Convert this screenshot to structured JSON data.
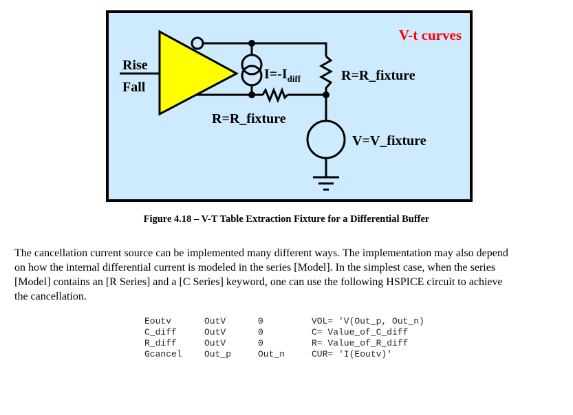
{
  "figure": {
    "title_label": "V-t curves",
    "input_top_label": "Rise",
    "input_bottom_label": "Fall",
    "current_source_label": "I=-I",
    "current_source_subscript": "diff",
    "right_resistor_label": "R=R_fixture",
    "bottom_resistor_label": "R=R_fixture",
    "voltage_source_label": "V=V_fixture",
    "colors": {
      "background": "#cdeafe",
      "buffer_fill": "#ffff00",
      "title": "#ff0000",
      "wire": "#000000"
    }
  },
  "caption": "Figure 4.18 – V-T Table Extraction Fixture for a Differential Buffer",
  "paragraph": {
    "lines": [
      "The cancellation current source can be implemented many different ways.  The implementation may also depend",
      "on how the internal differential current is modeled in the series [Model].  In the simplest case, when the series",
      "[Model] contains an [R Series] and a [C Series] keyword, one can use the following HSPICE circuit to achieve",
      "the cancellation."
    ]
  },
  "code": {
    "rows": [
      [
        "Eoutv",
        "OutV",
        "0",
        "VOL= 'V(Out_p, Out_n)"
      ],
      [
        "C_diff",
        "OutV",
        "0",
        "C= Value_of_C_diff"
      ],
      [
        "R_diff",
        "OutV",
        "0",
        "R= Value_of_R_diff"
      ],
      [
        "Gcancel",
        "Out_p",
        "Out_n",
        "CUR= 'I(Eoutv)'"
      ]
    ]
  }
}
